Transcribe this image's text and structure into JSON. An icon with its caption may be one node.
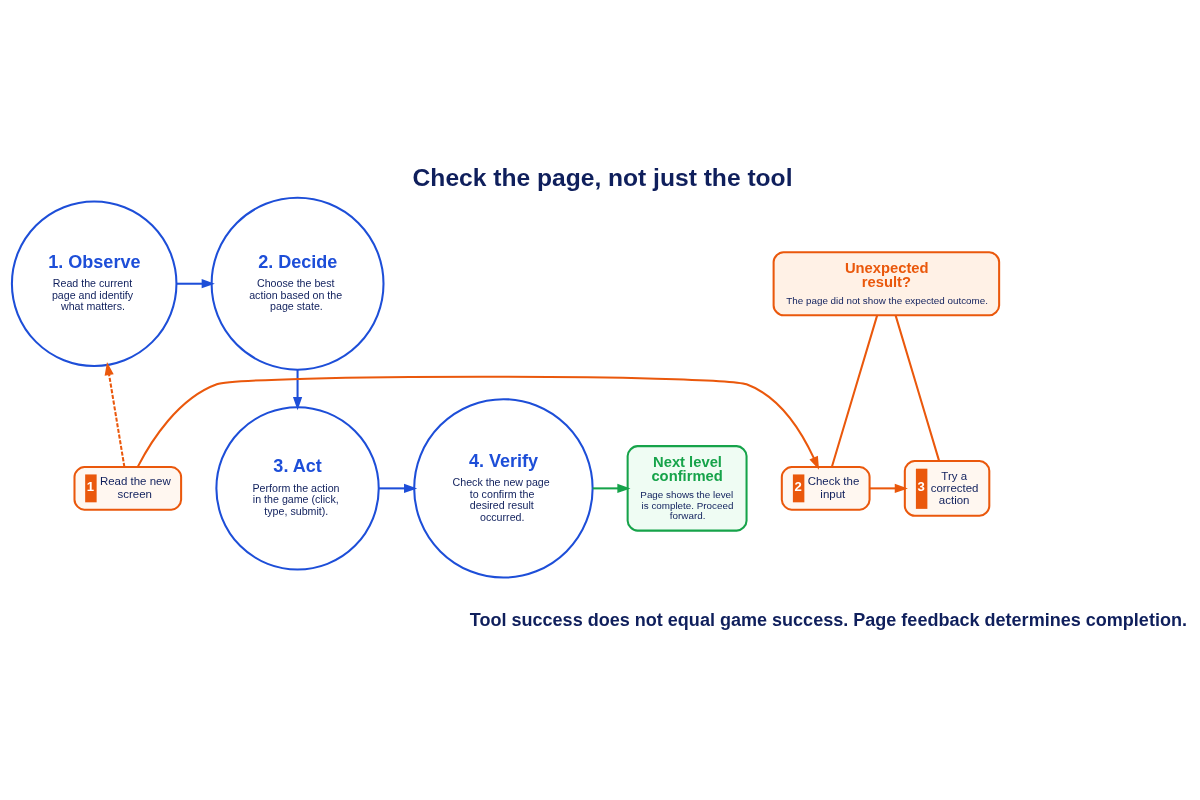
{
  "diagram": {
    "title": "Check the page, not just the tool",
    "caption": "Tool success does not equal game success. Page feedback determines completion.",
    "nodes": [
      {
        "text": [
          "1.",
          "Observe",
          "Read the current page and identify what matters."
        ]
      },
      {
        "text": [
          "2.",
          "Decide",
          "Choose the best action based on the page state."
        ]
      },
      {
        "text": [
          "3.",
          "Act",
          "Perform the action in the game (click, type, submit)."
        ]
      },
      {
        "text": [
          "4.",
          "Verify",
          "Check the new page to confirm the desired result occurred."
        ]
      },
      {
        "text": [
          "Next level confirmed",
          "Page shows the level is complete. Proceed forward."
        ]
      },
      {
        "text": [
          "Unexpected result?",
          "The page did not show the expected outcome."
        ]
      },
      {
        "text": [
          "1",
          "Read the new screen"
        ]
      },
      {
        "text": [
          "2",
          "Check the input"
        ]
      },
      {
        "text": [
          "3",
          "Try a corrected action"
        ]
      }
    ],
    "edges": [
      {
        "from": 0,
        "to": 1,
        "arrow": "to",
        "color": "#1d4ed8"
      },
      {
        "from": 1,
        "to": 2,
        "arrow": "to",
        "color": "#1d4ed8"
      },
      {
        "from": 2,
        "to": 3,
        "arrow": "to",
        "color": "#1d4ed8"
      },
      {
        "from": 3,
        "to": 4,
        "arrow": "to",
        "color": "#16a34a"
      },
      {
        "from": 5,
        "to": 7,
        "arrow": "none"
      },
      {
        "from": 6,
        "to": 7,
        "arrow": "to"
      },
      {
        "from": 7,
        "to": 8,
        "arrow": "to"
      },
      {
        "from": 8,
        "to": 5,
        "arrow": "none"
      },
      {
        "from": 6,
        "to": 0,
        "arrow": "to",
        "style": "dashed"
      }
    ]
  }
}
